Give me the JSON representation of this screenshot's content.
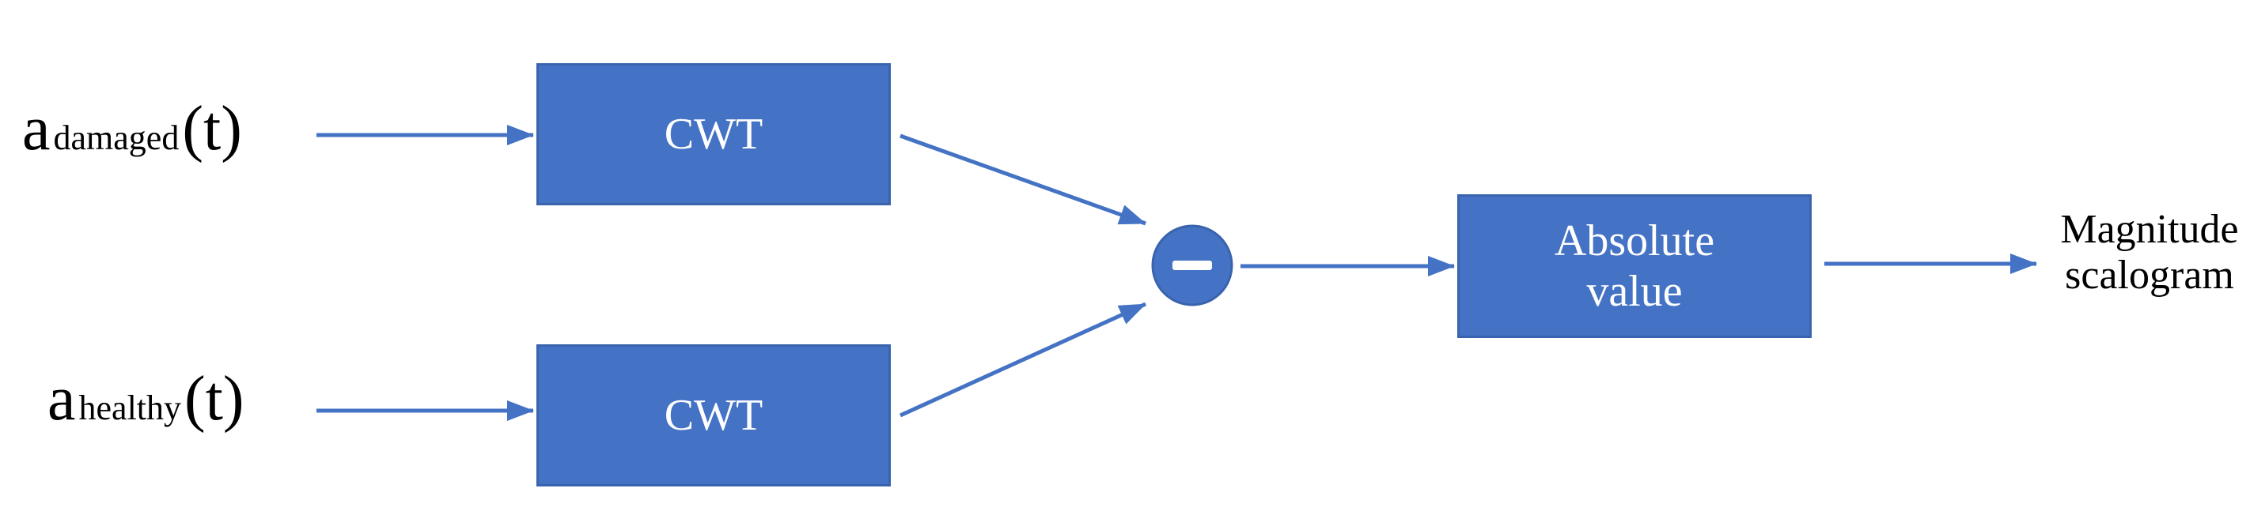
{
  "inputs": {
    "damaged": {
      "symbol": "a",
      "subscript": "damaged",
      "argument": "(t)"
    },
    "healthy": {
      "symbol": "a",
      "subscript": "healthy",
      "argument": "(t)"
    }
  },
  "blocks": {
    "cwt_top": "CWT",
    "cwt_bottom": "CWT",
    "absolute": {
      "line1": "Absolute",
      "line2": "value"
    }
  },
  "operator": {
    "name": "minus-icon"
  },
  "output": {
    "line1": "Magnitude",
    "line2": "scalogram"
  },
  "colors": {
    "block_fill": "#4472c4",
    "block_border": "#3a63ad",
    "arrow": "#4472c4",
    "block_text": "#ffffff",
    "label_text": "#000000"
  }
}
